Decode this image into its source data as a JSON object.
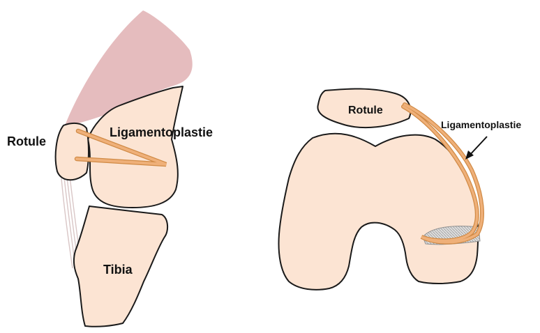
{
  "colors": {
    "bone_fill": "#FCE4D3",
    "outline": "#1A1A1A",
    "muscle": "#E5BCBE",
    "graft": "#EFB079",
    "graft_edge": "#D08A45",
    "tendon": "#D9C6C6",
    "condyle_graft_bed": "#C8C8C8"
  },
  "left_panel": {
    "view": "sagittal knee",
    "labels": {
      "patella": "Rotule",
      "graft": "Ligamentoplastie",
      "tibia": "Tibia"
    }
  },
  "right_panel": {
    "view": "frontal knee (condyles)",
    "labels": {
      "patella": "Rotule",
      "graft": "Ligamentoplastie"
    },
    "arrow": "points to graft"
  },
  "icons": [
    "arrow-icon"
  ]
}
